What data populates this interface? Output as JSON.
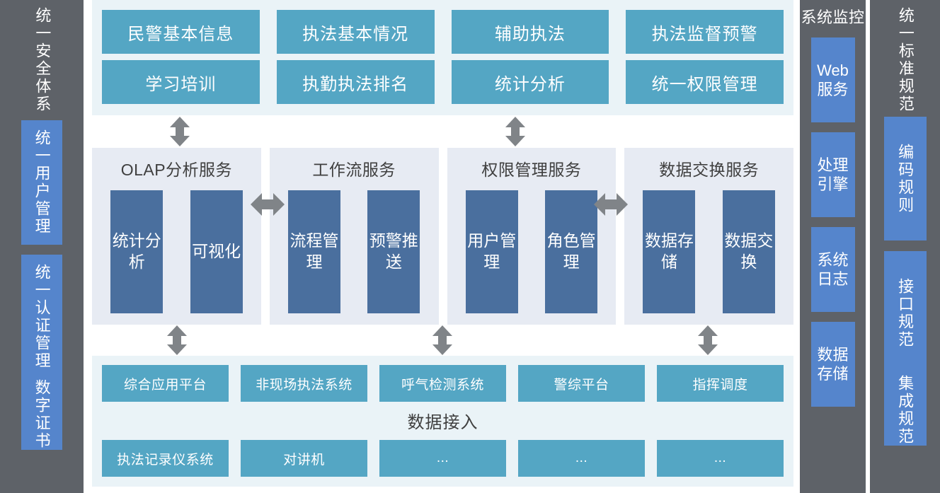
{
  "columns": {
    "security": {
      "title": "统一安全体系",
      "items": [
        {
          "label": "统一用户管理"
        },
        {
          "label": "统一认证管理"
        },
        {
          "label": "数字证书"
        }
      ]
    },
    "monitor": {
      "title": "系统监控",
      "items": [
        {
          "label": "Web服务",
          "line1": "Web",
          "line2": "服务"
        },
        {
          "label": "处理引擎",
          "line1": "处理",
          "line2": "引擎"
        },
        {
          "label": "系统日志",
          "line1": "系统",
          "line2": "日志"
        },
        {
          "label": "数据存储",
          "line1": "数据",
          "line2": "存储"
        }
      ]
    },
    "standard": {
      "title": "统一标准规范",
      "items": [
        {
          "label": "编码规则"
        },
        {
          "label": "接口规范"
        },
        {
          "label": "集成规范"
        }
      ]
    }
  },
  "application_layer": {
    "rows": [
      [
        {
          "label": "民警基本信息"
        },
        {
          "label": "执法基本情况"
        },
        {
          "label": "辅助执法"
        },
        {
          "label": "执法监督预警"
        }
      ],
      [
        {
          "label": "学习培训"
        },
        {
          "label": "执勤执法排名"
        },
        {
          "label": "统计分析"
        },
        {
          "label": "统一权限管理"
        }
      ]
    ]
  },
  "service_layer": {
    "panels": [
      {
        "title": "OLAP分析服务",
        "boxes": [
          {
            "label": "统计分析"
          },
          {
            "label": "可视化"
          }
        ]
      },
      {
        "title": "工作流服务",
        "boxes": [
          {
            "label": "流程管理"
          },
          {
            "label": "预警推送"
          }
        ]
      },
      {
        "title": "权限管理服务",
        "boxes": [
          {
            "label": "用户管理"
          },
          {
            "label": "角色管理"
          }
        ]
      },
      {
        "title": "数据交换服务",
        "boxes": [
          {
            "label": "数据存储"
          },
          {
            "label": "数据交换"
          }
        ]
      }
    ]
  },
  "data_layer": {
    "middle_label": "数据接入",
    "rows": [
      [
        {
          "label": "综合应用平台"
        },
        {
          "label": "非现场执法系统"
        },
        {
          "label": "呼气检测系统"
        },
        {
          "label": "警综平台"
        },
        {
          "label": "指挥调度"
        }
      ],
      [
        {
          "label": "执法记录仪系统"
        },
        {
          "label": "对讲机"
        },
        {
          "label": "..."
        },
        {
          "label": "..."
        },
        {
          "label": "..."
        }
      ]
    ]
  },
  "colors": {
    "sidebar_background": "#5e6268",
    "sidebar_box": "#5585cc",
    "application_box": "#54a6c4",
    "application_panel": "#eaf3f7",
    "service_panel": "#e7ebf3",
    "service_box": "#4a6f9e",
    "arrow": "#808488",
    "title_text": "#3f3f3f",
    "box_text": "#ffffff"
  }
}
